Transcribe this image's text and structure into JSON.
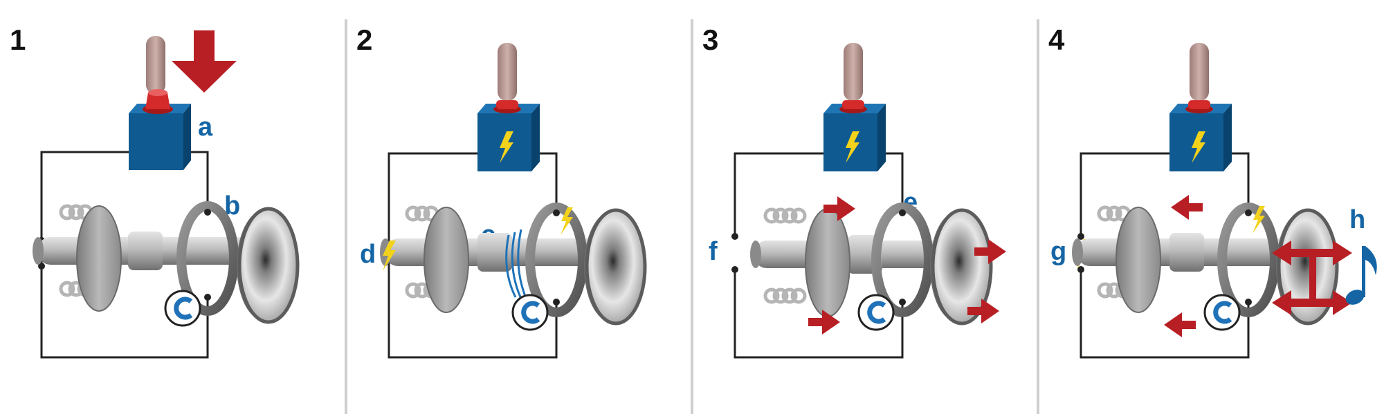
{
  "colors": {
    "box_blue": "#0f5a91",
    "button_red": "#d42a2a",
    "arrow_red": "#b81f24",
    "label_blue": "#1565a5",
    "lightning_yellow": "#f2d21b",
    "metal_grey": "#9a9a9a",
    "divider_grey": "#cfcfcf",
    "wire_black": "#222222"
  },
  "panels": [
    {
      "number": "1",
      "labels": [
        "a",
        "b"
      ],
      "icons": [
        "finger-icon",
        "push-arrow-icon",
        "magnet-icon"
      ]
    },
    {
      "number": "2",
      "labels": [
        "c",
        "d"
      ],
      "icons": [
        "finger-icon",
        "lightning-icon",
        "magnet-icon",
        "magnetic-field-icon"
      ]
    },
    {
      "number": "3",
      "labels": [
        "e",
        "f"
      ],
      "icons": [
        "finger-icon",
        "lightning-icon",
        "magnet-icon",
        "motion-arrow-icon"
      ]
    },
    {
      "number": "4",
      "labels": [
        "g",
        "h"
      ],
      "icons": [
        "finger-icon",
        "lightning-icon",
        "magnet-icon",
        "vibration-arrow-icon",
        "music-note-icon"
      ]
    }
  ]
}
